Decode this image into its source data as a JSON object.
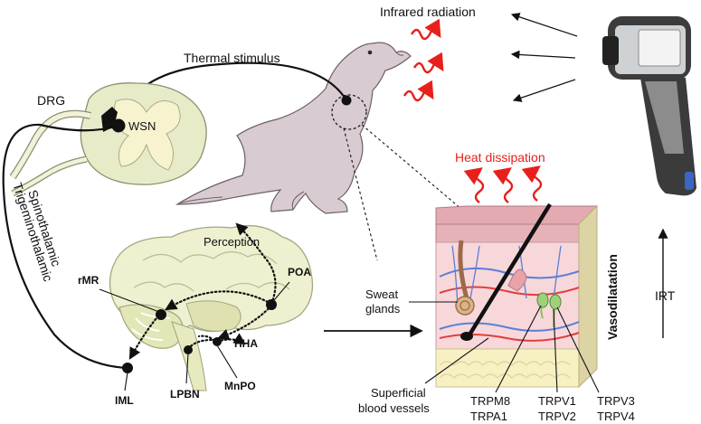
{
  "labels": {
    "infrared": "Infrared radiation",
    "thermal": "Thermal stimulus",
    "drg": "DRG",
    "wsn": "WSN",
    "heat": "Heat dissipation",
    "spino": "Spinothalamic",
    "trigemino": "Trigeminothalamic",
    "perception": "Perception",
    "rmr": "rMR",
    "poa": "POA",
    "hha": "HHA",
    "lpbn": "LPBN",
    "mnpo": "MnPO",
    "iml": "IML",
    "sweat1": "Sweat",
    "sweat2": "glands",
    "superficial1": "Superficial",
    "superficial2": "blood vessels",
    "vasodilatation": "Vasodilatation",
    "irt": "IRT",
    "trpm8": "TRPM8",
    "trpa1": "TRPA1",
    "trpv1": "TRPV1",
    "trpv2": "TRPV2",
    "trpv3": "TRPV3",
    "trpv4": "TRPV4"
  },
  "colors": {
    "heat": "#e8201b",
    "pathway": "#111111",
    "sealBody": "#d9ccd3",
    "spinal": "#e7ebc8",
    "brain": "#eef0cf",
    "skinTop": "#e9b8bf",
    "dermis": "#f7d7da",
    "fat": "#f6f0c2"
  }
}
